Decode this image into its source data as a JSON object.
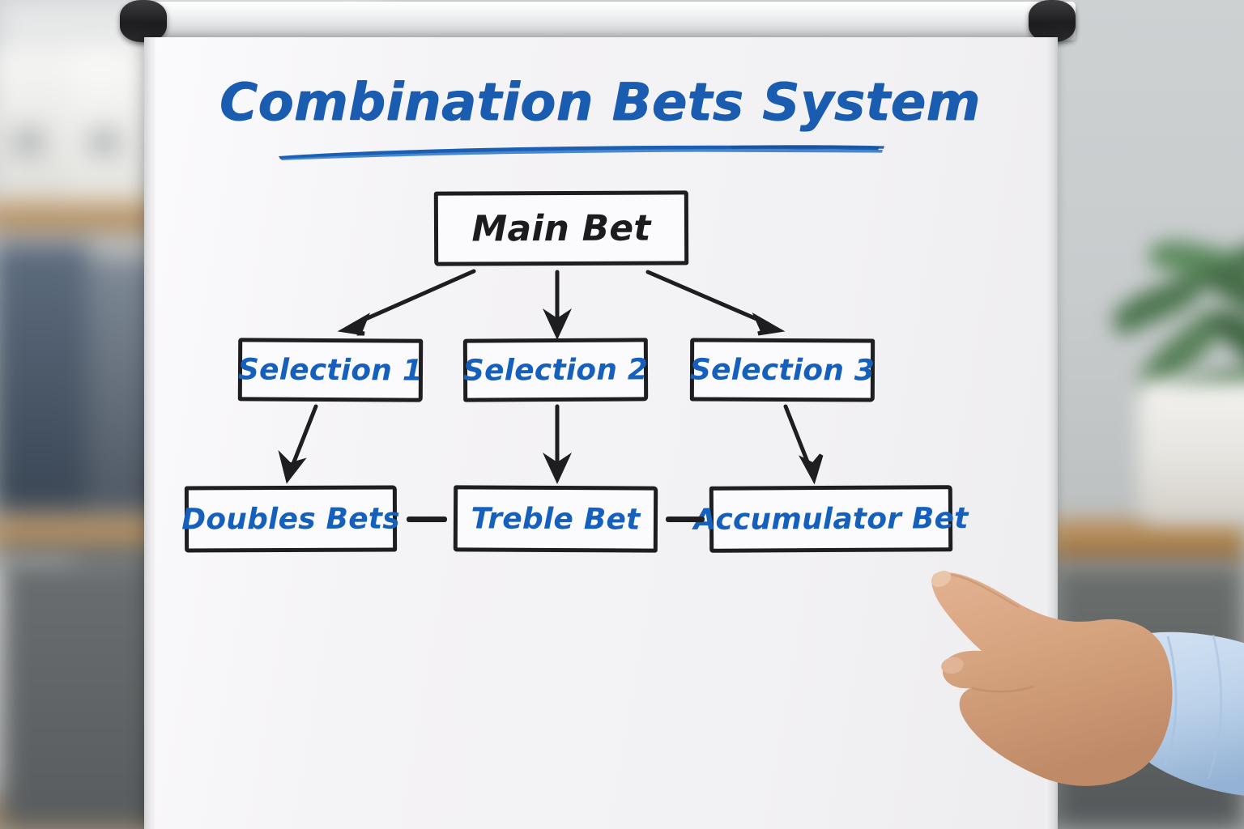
{
  "scene": {
    "kind": "flipchart-presentation-photo",
    "paper_color": "#f3f2f4",
    "ink_blue": "#1560bd",
    "ink_black": "#1e1e20",
    "wall_color": "#c8cccd"
  },
  "title": {
    "text": "Combination Bets System",
    "color": "#1a5cb0",
    "underline": "blue-brush-stroke"
  },
  "diagram": {
    "type": "flowchart",
    "root": {
      "id": "main-bet",
      "label": "Main Bet",
      "text_color": "#1c1c1e"
    },
    "selections": [
      {
        "id": "selection-1",
        "label": "Selection 1",
        "text_color": "#1560bd"
      },
      {
        "id": "selection-2",
        "label": "Selection 2",
        "text_color": "#1560bd"
      },
      {
        "id": "selection-3",
        "label": "Selection 3",
        "text_color": "#1560bd"
      }
    ],
    "outcomes": [
      {
        "id": "doubles-bets",
        "label": "Doubles Bets",
        "text_color": "#1560bd"
      },
      {
        "id": "treble-bet",
        "label": "Treble Bet",
        "text_color": "#1560bd"
      },
      {
        "id": "accumulator-bet",
        "label": "Accumulator Bet",
        "text_color": "#1560bd"
      }
    ],
    "edges": [
      {
        "from": "main-bet",
        "to": "selection-1",
        "style": "arrow-diagonal-left"
      },
      {
        "from": "main-bet",
        "to": "selection-2",
        "style": "arrow-vertical"
      },
      {
        "from": "main-bet",
        "to": "selection-3",
        "style": "arrow-diagonal-right"
      },
      {
        "from": "selection-1",
        "to": "doubles-bets",
        "style": "arrow-diagonal-left"
      },
      {
        "from": "selection-2",
        "to": "treble-bet",
        "style": "arrow-vertical"
      },
      {
        "from": "selection-3",
        "to": "accumulator-bet",
        "style": "arrow-diagonal-left"
      },
      {
        "from": "doubles-bets",
        "to": "treble-bet",
        "style": "dash"
      },
      {
        "from": "treble-bet",
        "to": "accumulator-bet",
        "style": "dash"
      }
    ]
  },
  "presenter": {
    "hand": "index-finger-pointing",
    "points_at": "accumulator-bet",
    "sleeve_color": "#bcd2ea",
    "skin_color": "#d7a583"
  },
  "background": {
    "left": "blurred-bookshelf-with-binders",
    "right": "blurred-potted-plant-on-wooden-counter"
  }
}
